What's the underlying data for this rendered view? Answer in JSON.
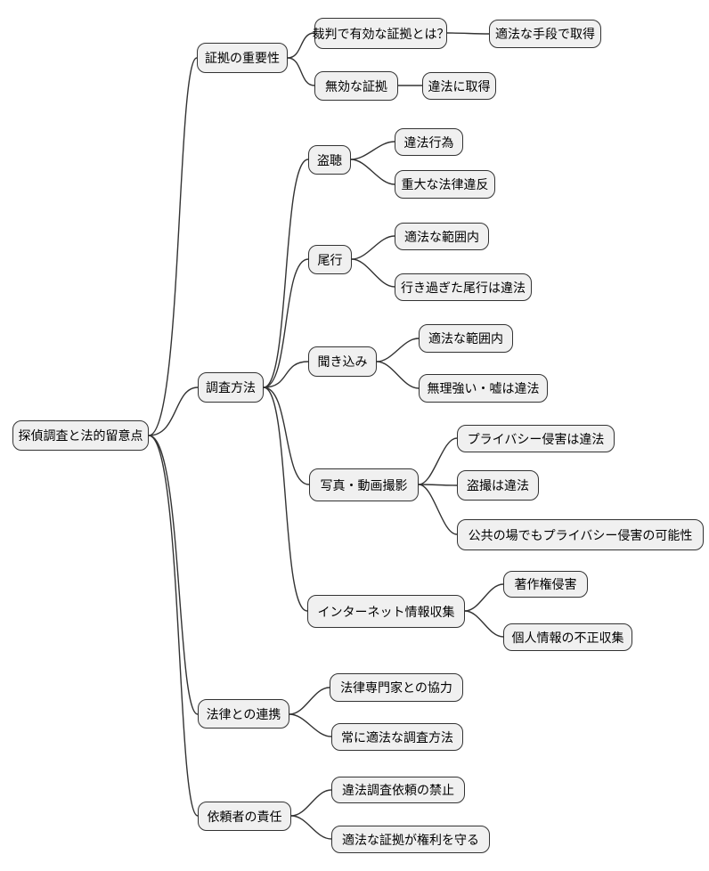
{
  "diagram_type": "mindmap",
  "colors": {
    "background": "#ffffff",
    "node_fill": "#f0f0f0",
    "node_border": "#333333",
    "edge_stroke": "#333333",
    "text": "#000000"
  },
  "mindmap": {
    "root": {
      "label": "探偵調査と法的留意点",
      "children": [
        {
          "label": "証拠の重要性",
          "children": [
            {
              "label": "裁判で有効な証拠とは？",
              "children": [
                {
                  "label": "適法な手段で取得"
                }
              ]
            },
            {
              "label": "無効な証拠",
              "children": [
                {
                  "label": "違法に取得"
                }
              ]
            }
          ]
        },
        {
          "label": "調査方法",
          "children": [
            {
              "label": "盗聴",
              "children": [
                {
                  "label": "違法行為"
                },
                {
                  "label": "重大な法律違反"
                }
              ]
            },
            {
              "label": "尾行",
              "children": [
                {
                  "label": "適法な範囲内"
                },
                {
                  "label": "行き過ぎた尾行は違法"
                }
              ]
            },
            {
              "label": "聞き込み",
              "children": [
                {
                  "label": "適法な範囲内"
                },
                {
                  "label": "無理強い・嘘は違法"
                }
              ]
            },
            {
              "label": "写真・動画撮影",
              "children": [
                {
                  "label": "プライバシー侵害は違法"
                },
                {
                  "label": "盗撮は違法"
                },
                {
                  "label": "公共の場でもプライバシー侵害の可能性"
                }
              ]
            },
            {
              "label": "インターネット情報収集",
              "children": [
                {
                  "label": "著作権侵害"
                },
                {
                  "label": "個人情報の不正収集"
                }
              ]
            }
          ]
        },
        {
          "label": "法律との連携",
          "children": [
            {
              "label": "法律専門家との協力"
            },
            {
              "label": "常に適法な調査方法"
            }
          ]
        },
        {
          "label": "依頼者の責任",
          "children": [
            {
              "label": "違法調査依頼の禁止"
            },
            {
              "label": "適法な証拠が権利を守る"
            }
          ]
        }
      ]
    }
  }
}
